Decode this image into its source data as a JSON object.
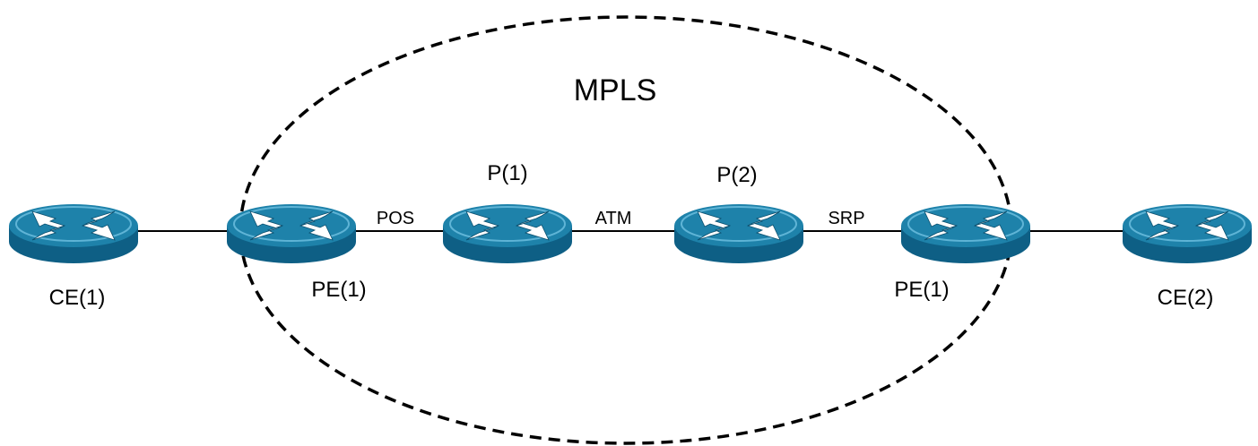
{
  "diagram": {
    "domain_label": "MPLS",
    "nodes": [
      {
        "id": "ce1",
        "label": "CE(1)"
      },
      {
        "id": "pe1_left",
        "label": "PE(1)"
      },
      {
        "id": "p1",
        "label": "P(1)"
      },
      {
        "id": "p2",
        "label": "P(2)"
      },
      {
        "id": "pe1_right",
        "label": "PE(1)"
      },
      {
        "id": "ce2",
        "label": "CE(2)"
      }
    ],
    "links": [
      {
        "from": "ce1",
        "to": "pe1_left",
        "label": ""
      },
      {
        "from": "pe1_left",
        "to": "p1",
        "label": "POS"
      },
      {
        "from": "p1",
        "to": "p2",
        "label": "ATM"
      },
      {
        "from": "p2",
        "to": "pe1_right",
        "label": "SRP"
      },
      {
        "from": "pe1_right",
        "to": "ce2",
        "label": ""
      }
    ],
    "colors": {
      "router_top": "#1e82aa",
      "router_side": "#0e5f85",
      "router_highlight": "#8ecfe8",
      "arrow": "#ffffff",
      "line": "#000000",
      "boundary": "#000000"
    }
  }
}
